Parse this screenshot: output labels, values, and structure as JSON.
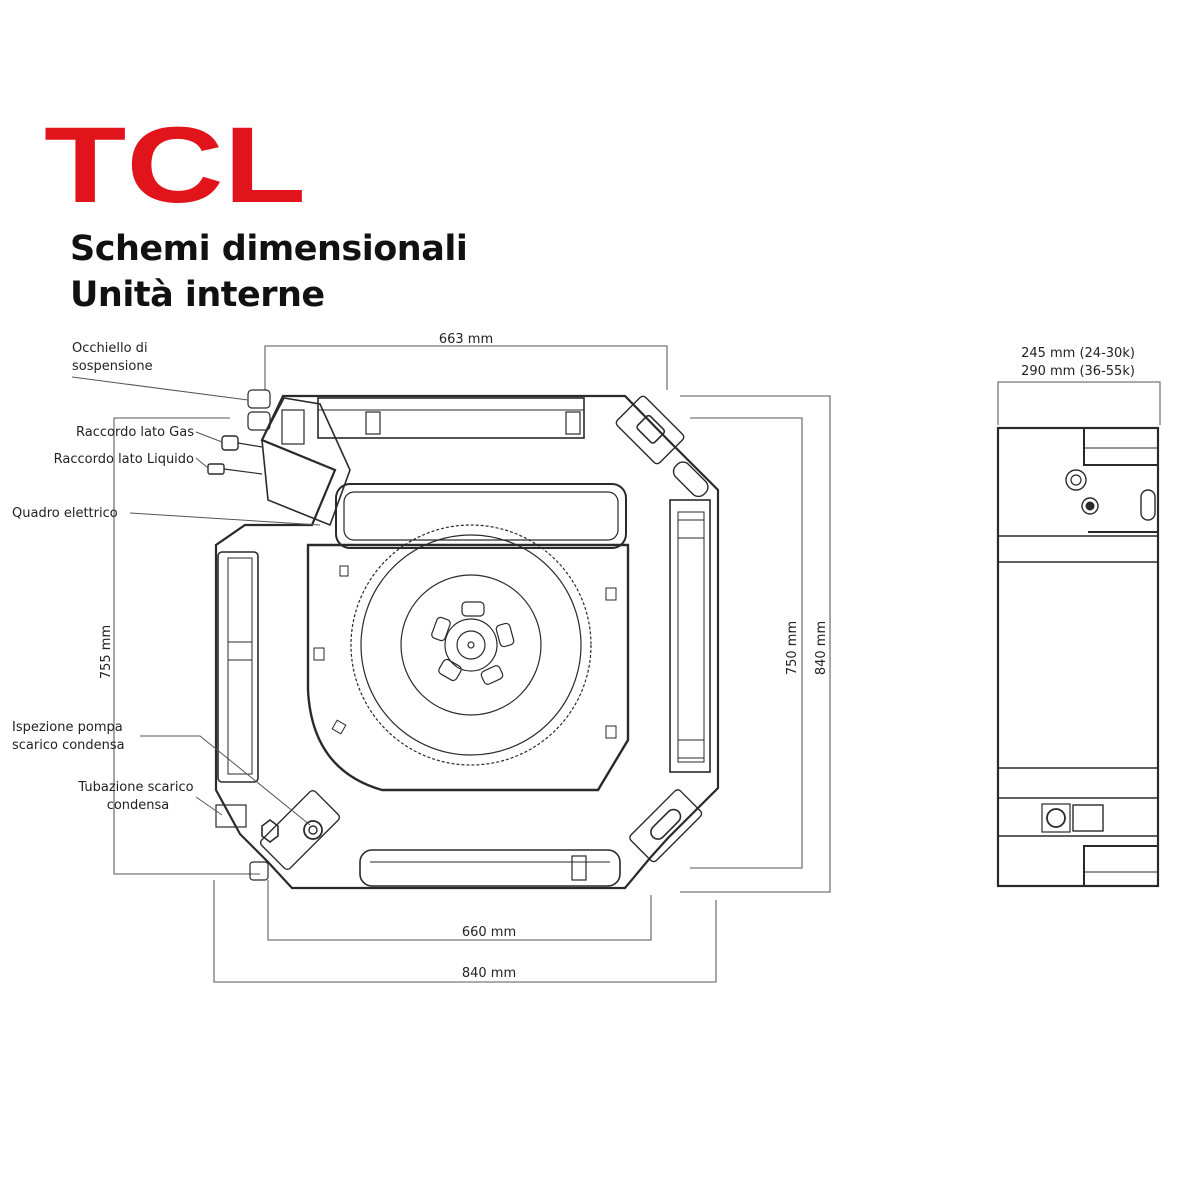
{
  "brand": {
    "name": "TCL",
    "color": "#e1141b"
  },
  "title": {
    "line1": "Schemi dimensionali",
    "line2": "Unità interne"
  },
  "callouts": [
    {
      "id": "occhiello",
      "line1": "Occhiello di",
      "line2": "sospensione"
    },
    {
      "id": "gas",
      "line1": "Raccordo lato Gas"
    },
    {
      "id": "liquido",
      "line1": "Raccordo lato Liquido"
    },
    {
      "id": "quadro",
      "line1": "Quadro elettrico"
    },
    {
      "id": "pompa",
      "line1": "Ispezione pompa",
      "line2": "scarico condensa"
    },
    {
      "id": "tubazione",
      "line1": "Tubazione scarico",
      "line2": "condensa"
    }
  ],
  "dimensions": {
    "top_width": "663 mm",
    "bottom_inner_width": "660 mm",
    "bottom_outer_width": "840 mm",
    "left_height": "755 mm",
    "right_inner_height": "750 mm",
    "right_outer_height": "840 mm",
    "side_height_small": "245 mm (24-30k)",
    "side_height_large": "290 mm (36-55k)"
  },
  "colors": {
    "line": "#2a2a2a",
    "dim_line": "#777777",
    "text": "#222222"
  }
}
